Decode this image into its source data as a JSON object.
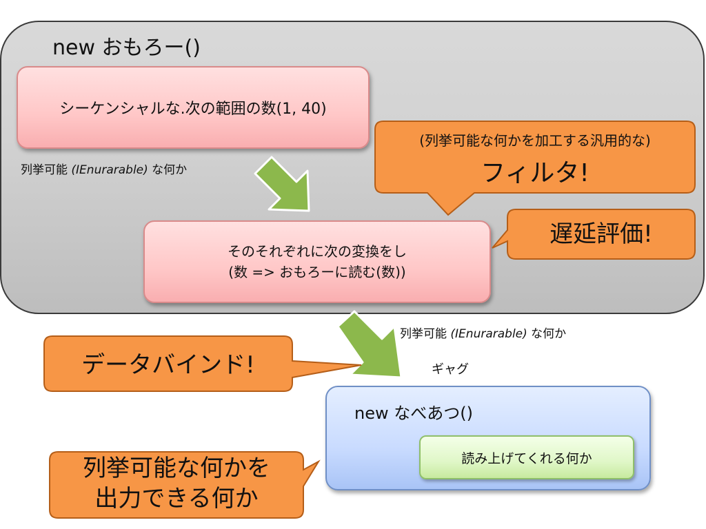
{
  "outer": {
    "title": "new おもろー()"
  },
  "box1": {
    "text": "シーケンシャルな.次の範囲の数(1, 40)"
  },
  "box2": {
    "line1": "そのそれぞれに次の変換をし",
    "line2": "(数 => おもろーに読む(数))"
  },
  "label_enumerable_1": {
    "prefix": "列挙可能 ",
    "italic": "(IEnurarable)",
    "suffix": " な何か"
  },
  "label_enumerable_2": {
    "prefix": "列挙可能 ",
    "italic": "(IEnurarable)",
    "suffix": " な何か"
  },
  "label_gag": "ギャグ",
  "callouts": {
    "filter_line1": "(列挙可能な何かを加工する汎用的な)",
    "filter_line2": "フィルタ!",
    "lazy": "遅延評価!",
    "databind": "データバインド!",
    "output_line1": "列挙可能な何かを",
    "output_line2": "出力できる何か"
  },
  "blue": {
    "title": "new なべあつ()",
    "inner": "読み上げてくれる何か"
  },
  "colors": {
    "callout_fill": "#f79646",
    "callout_stroke": "#b55e18",
    "arrow_fill": "#8cb84c",
    "arrow_stroke": "#ffffff"
  }
}
